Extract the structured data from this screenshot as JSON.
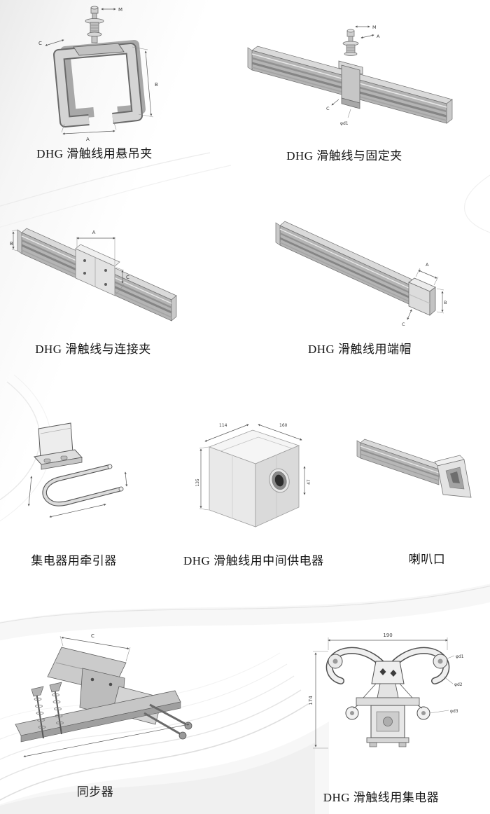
{
  "products": [
    {
      "id": "suspension-clamp",
      "caption": "DHG 滑触线用悬吊夹",
      "dims": [
        "M",
        "C",
        "B",
        "A"
      ]
    },
    {
      "id": "fixing-clamp",
      "caption": "DHG 滑触线与固定夹",
      "dims": [
        "M",
        "A",
        "C",
        "φd1"
      ]
    },
    {
      "id": "connection-clamp",
      "caption": "DHG 滑触线与连接夹",
      "dims": [
        "A",
        "C",
        "B"
      ]
    },
    {
      "id": "end-cap",
      "caption": "DHG 滑触线用端帽",
      "dims": [
        "A",
        "B",
        "C"
      ]
    },
    {
      "id": "traction-device",
      "caption": "集电器用牵引器",
      "dims": []
    },
    {
      "id": "middle-feeder",
      "caption": "DHG 滑触线用中间供电器",
      "dims": [
        "114",
        "160",
        "135",
        "47"
      ]
    },
    {
      "id": "horn-mouth",
      "caption": "喇叭口",
      "dims": []
    },
    {
      "id": "synchronizer",
      "caption": "同步器",
      "dims": [
        "C"
      ]
    },
    {
      "id": "collector",
      "caption": "DHG 滑触线用集电器",
      "dims": [
        "190",
        "174",
        "φd1",
        "φd2",
        "φd3"
      ]
    }
  ]
}
